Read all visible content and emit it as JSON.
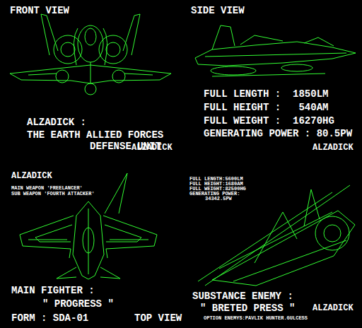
{
  "diagram": {
    "labels": [
      "FRONT VIEW",
      "ALZADICK :",
      "THE EARTH ALLIED FORCES",
      "DEFENSE UNIT",
      "ALZADICK",
      "SIDE VIEW",
      "FULL LENGTH :  1850LM",
      "FULL HEIGHT :   540AM",
      "FULL WEIGHT :  16270HG",
      "GENERATING POWER : 80.5PW",
      "ALZADICK",
      "ALZADICK",
      "MAIN WEAPON 'FREELANCER'",
      "SUB WEAPON 'FOURTH ATTACKER'",
      "MAIN FIGHTER :",
      "\" PROGRESS \"",
      "FORM : SDA-01",
      "TOP VIEW",
      "FULL LENGTH:5600LM",
      "FULL HEIGHT:1680AM",
      "FULL WEIGHT:82500HG",
      "GENERATING POWER:",
      "34342.5PW",
      "SUBSTANCE ENEMY :",
      "\" BRETED PRESS \"",
      "OPTION ENEMYS:PAVLIK HUNTER.GULCESS",
      "ALZADICK"
    ]
  }
}
